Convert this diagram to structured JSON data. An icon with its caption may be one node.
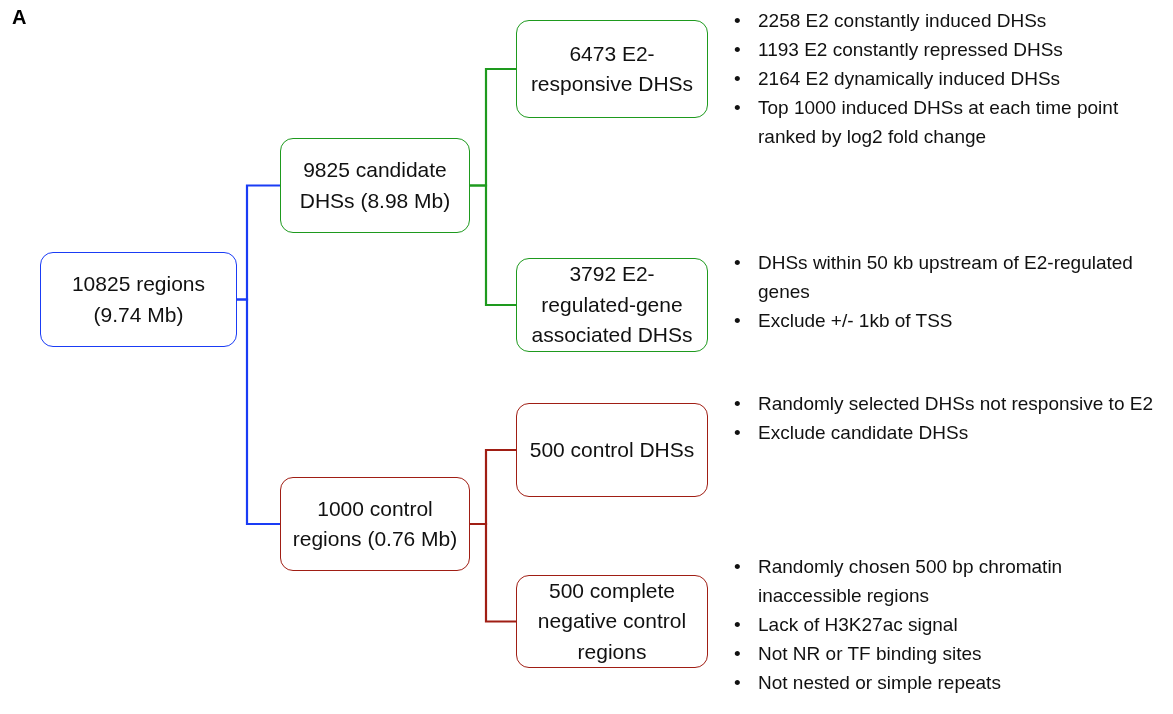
{
  "diagram": {
    "nodes": [
      {
        "text": [
          "10825 regions (9.74 Mb)"
        ]
      },
      {
        "text": [
          "9825 candidate DHSs (8.98 Mb)"
        ]
      },
      {
        "text": [
          "1000 control regions (0.76 Mb)"
        ]
      },
      {
        "text": [
          "6473 E2-responsive DHSs"
        ],
        "beside": [
          "2258 E2 constantly induced DHSs",
          "1193 E2 constantly repressed DHSs",
          "2164 E2 dynamically induced DHSs",
          "Top 1000 induced DHSs at each time point ranked by log2 fold change"
        ]
      },
      {
        "text": [
          "3792 E2-regulated-gene associated DHSs"
        ],
        "beside": [
          "DHSs within 50 kb upstream of E2-regulated genes",
          "Exclude +/- 1kb of TSS"
        ]
      },
      {
        "text": [
          "500 control DHSs"
        ],
        "beside": [
          "Randomly selected DHSs not responsive to E2",
          "Exclude candidate DHSs"
        ]
      },
      {
        "text": [
          "500 complete negative control regions"
        ],
        "beside": [
          "Randomly chosen 500 bp chromatin inaccessible regions",
          "Lack of H3K27ac signal",
          "Not NR or TF binding sites",
          "Not nested or simple repeats"
        ]
      }
    ],
    "edges": [
      {
        "from": 0,
        "to": 1,
        "arrow": "none",
        "color": "#1a3cf5"
      },
      {
        "from": 0,
        "to": 2,
        "arrow": "none",
        "color": "#1a3cf5"
      },
      {
        "from": 1,
        "to": 3,
        "arrow": "none",
        "color": "#1e9a1e"
      },
      {
        "from": 1,
        "to": 4,
        "arrow": "none",
        "color": "#1e9a1e"
      },
      {
        "from": 2,
        "to": 5,
        "arrow": "none",
        "color": "#a01e14"
      },
      {
        "from": 2,
        "to": 6,
        "arrow": "none",
        "color": "#a01e14"
      }
    ],
    "labels": [
      "A",
      "•",
      "•",
      "•",
      "•",
      "•",
      "•",
      "•",
      "•",
      "•",
      "•",
      "•",
      "•"
    ]
  }
}
